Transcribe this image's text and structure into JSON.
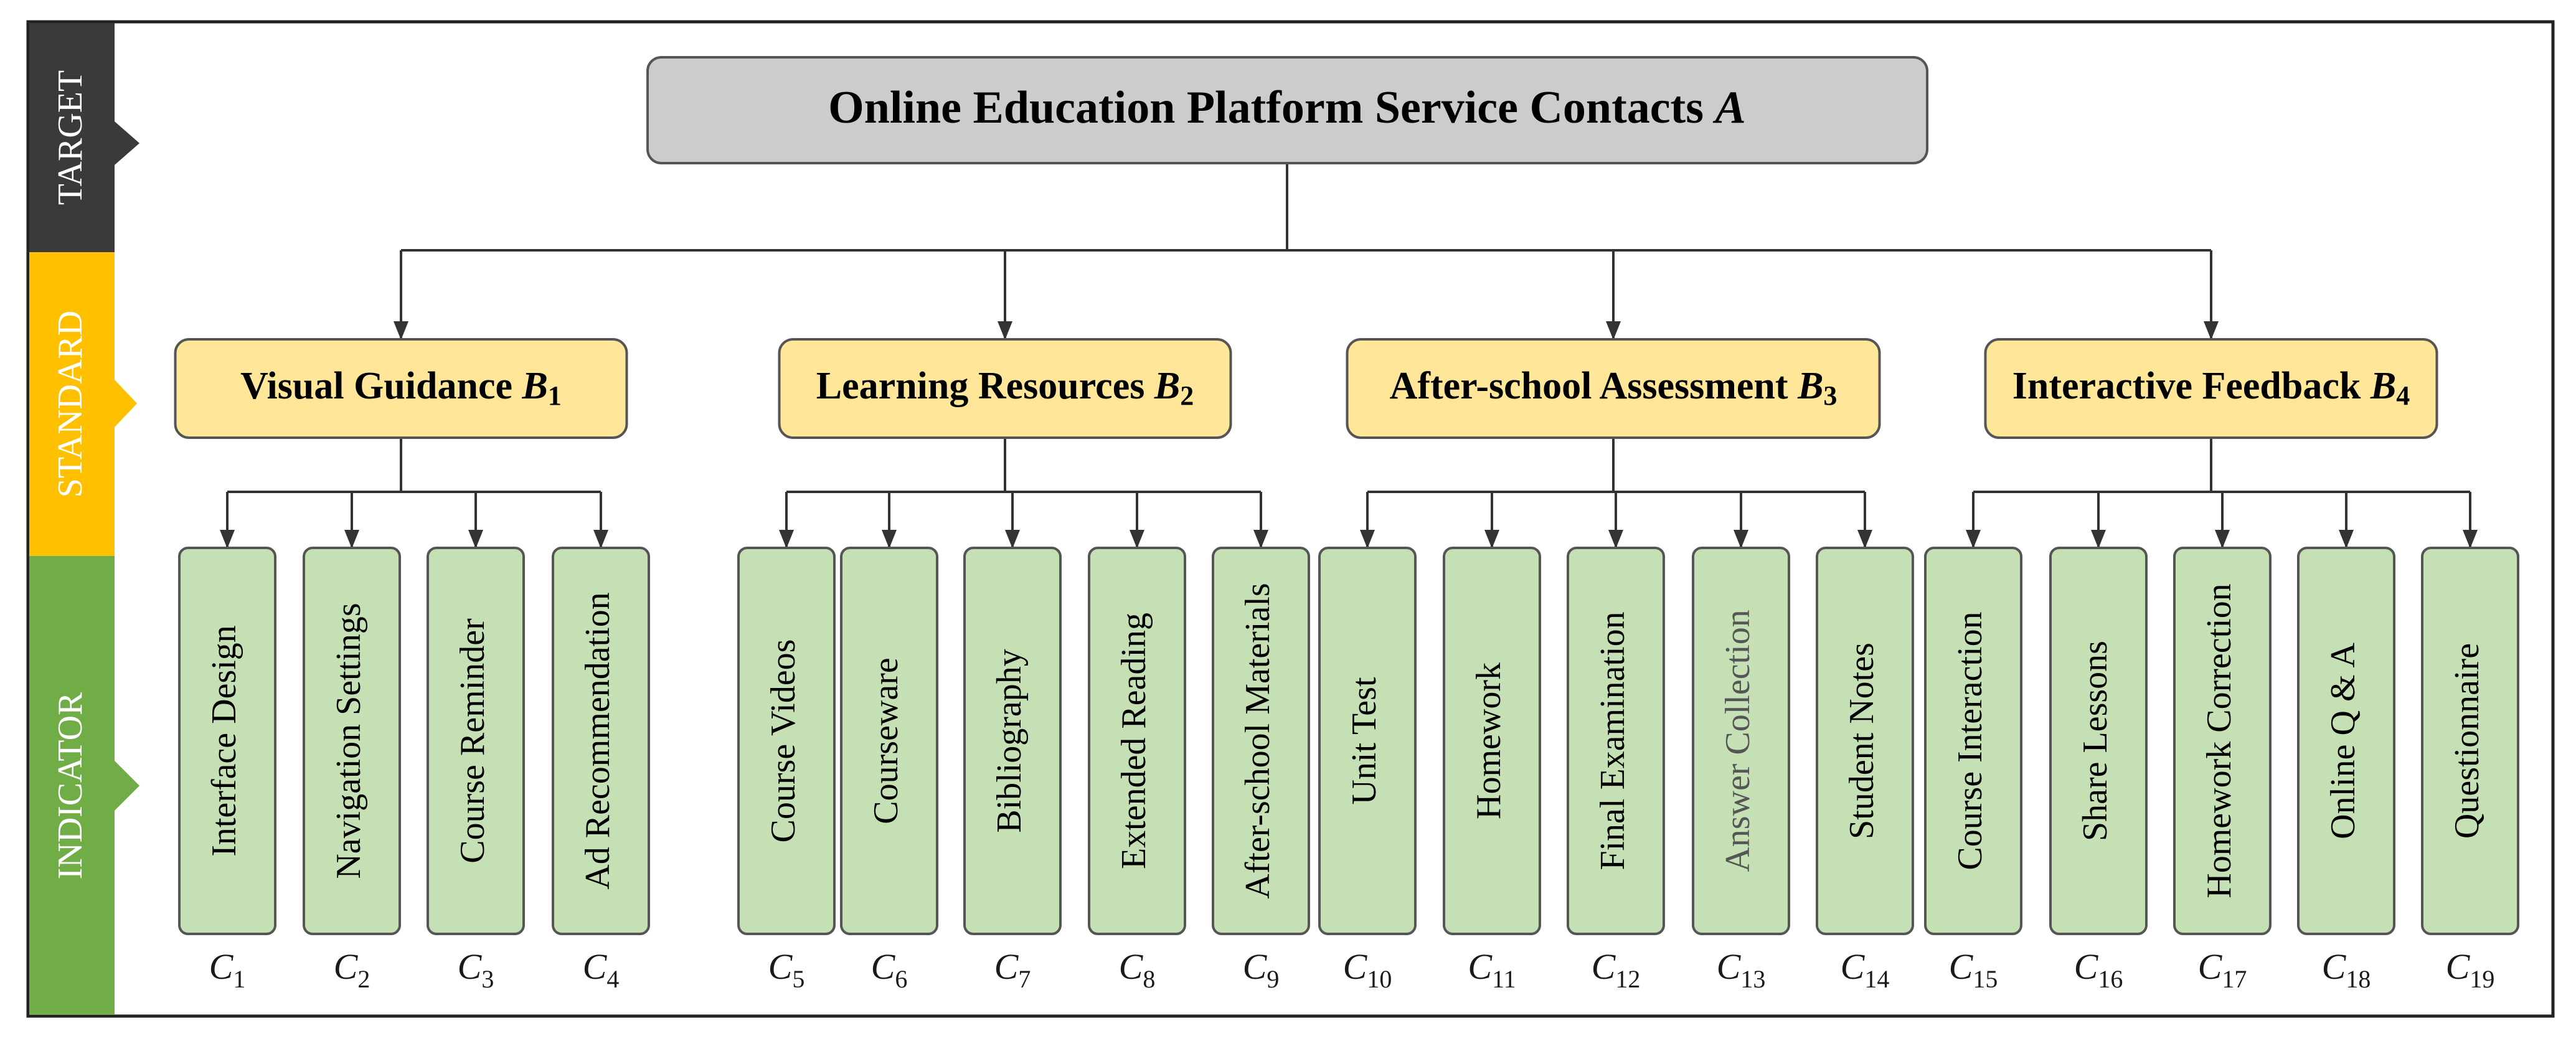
{
  "bands": {
    "target": {
      "label": "TARGET",
      "color": "#3a3a3a"
    },
    "standard": {
      "label": "STANDARD",
      "color": "#ffc000"
    },
    "indicator": {
      "label": "INDICATOR",
      "color": "#70ad47"
    }
  },
  "root": {
    "label": "Online Education Platform Service Contacts ",
    "symbol": "A",
    "fill": "#cccccc"
  },
  "criteria": [
    {
      "label": "Visual Guidance ",
      "symbol": "B",
      "sub": "1"
    },
    {
      "label": "Learning Resources ",
      "symbol": "B",
      "sub": "2"
    },
    {
      "label": "After-school Assessment ",
      "symbol": "B",
      "sub": "3"
    },
    {
      "label": "Interactive Feedback ",
      "symbol": "B",
      "sub": "4"
    }
  ],
  "criteria_fill": "#ffe699",
  "indicator_fill": "#c5e0b4",
  "indicators": [
    {
      "label": "Interface Design",
      "code": "C",
      "sub": "1"
    },
    {
      "label": "Navigation Settings",
      "code": "C",
      "sub": "2"
    },
    {
      "label": "Course Reminder",
      "code": "C",
      "sub": "3"
    },
    {
      "label": "Ad Recommendation",
      "code": "C",
      "sub": "4"
    },
    {
      "label": "Course Videos",
      "code": "C",
      "sub": "5"
    },
    {
      "label": "Courseware",
      "code": "C",
      "sub": "6"
    },
    {
      "label": "Bibliography",
      "code": "C",
      "sub": "7"
    },
    {
      "label": "Extended Reading",
      "code": "C",
      "sub": "8"
    },
    {
      "label": "After-school Materials",
      "code": "C",
      "sub": "9"
    },
    {
      "label": "Unit Test",
      "code": "C",
      "sub": "10"
    },
    {
      "label": "Homework",
      "code": "C",
      "sub": "11"
    },
    {
      "label": "Final Examination",
      "code": "C",
      "sub": "12"
    },
    {
      "label": "Answer Collection",
      "code": "C",
      "sub": "13"
    },
    {
      "label": "Student Notes",
      "code": "C",
      "sub": "14"
    },
    {
      "label": "Course Interaction",
      "code": "C",
      "sub": "15"
    },
    {
      "label": "Share Lessons",
      "code": "C",
      "sub": "16"
    },
    {
      "label": "Homework Correction",
      "code": "C",
      "sub": "17"
    },
    {
      "label": "Online Q & A",
      "code": "C",
      "sub": "18"
    },
    {
      "label": "Questionnaire",
      "code": "C",
      "sub": "19"
    }
  ]
}
